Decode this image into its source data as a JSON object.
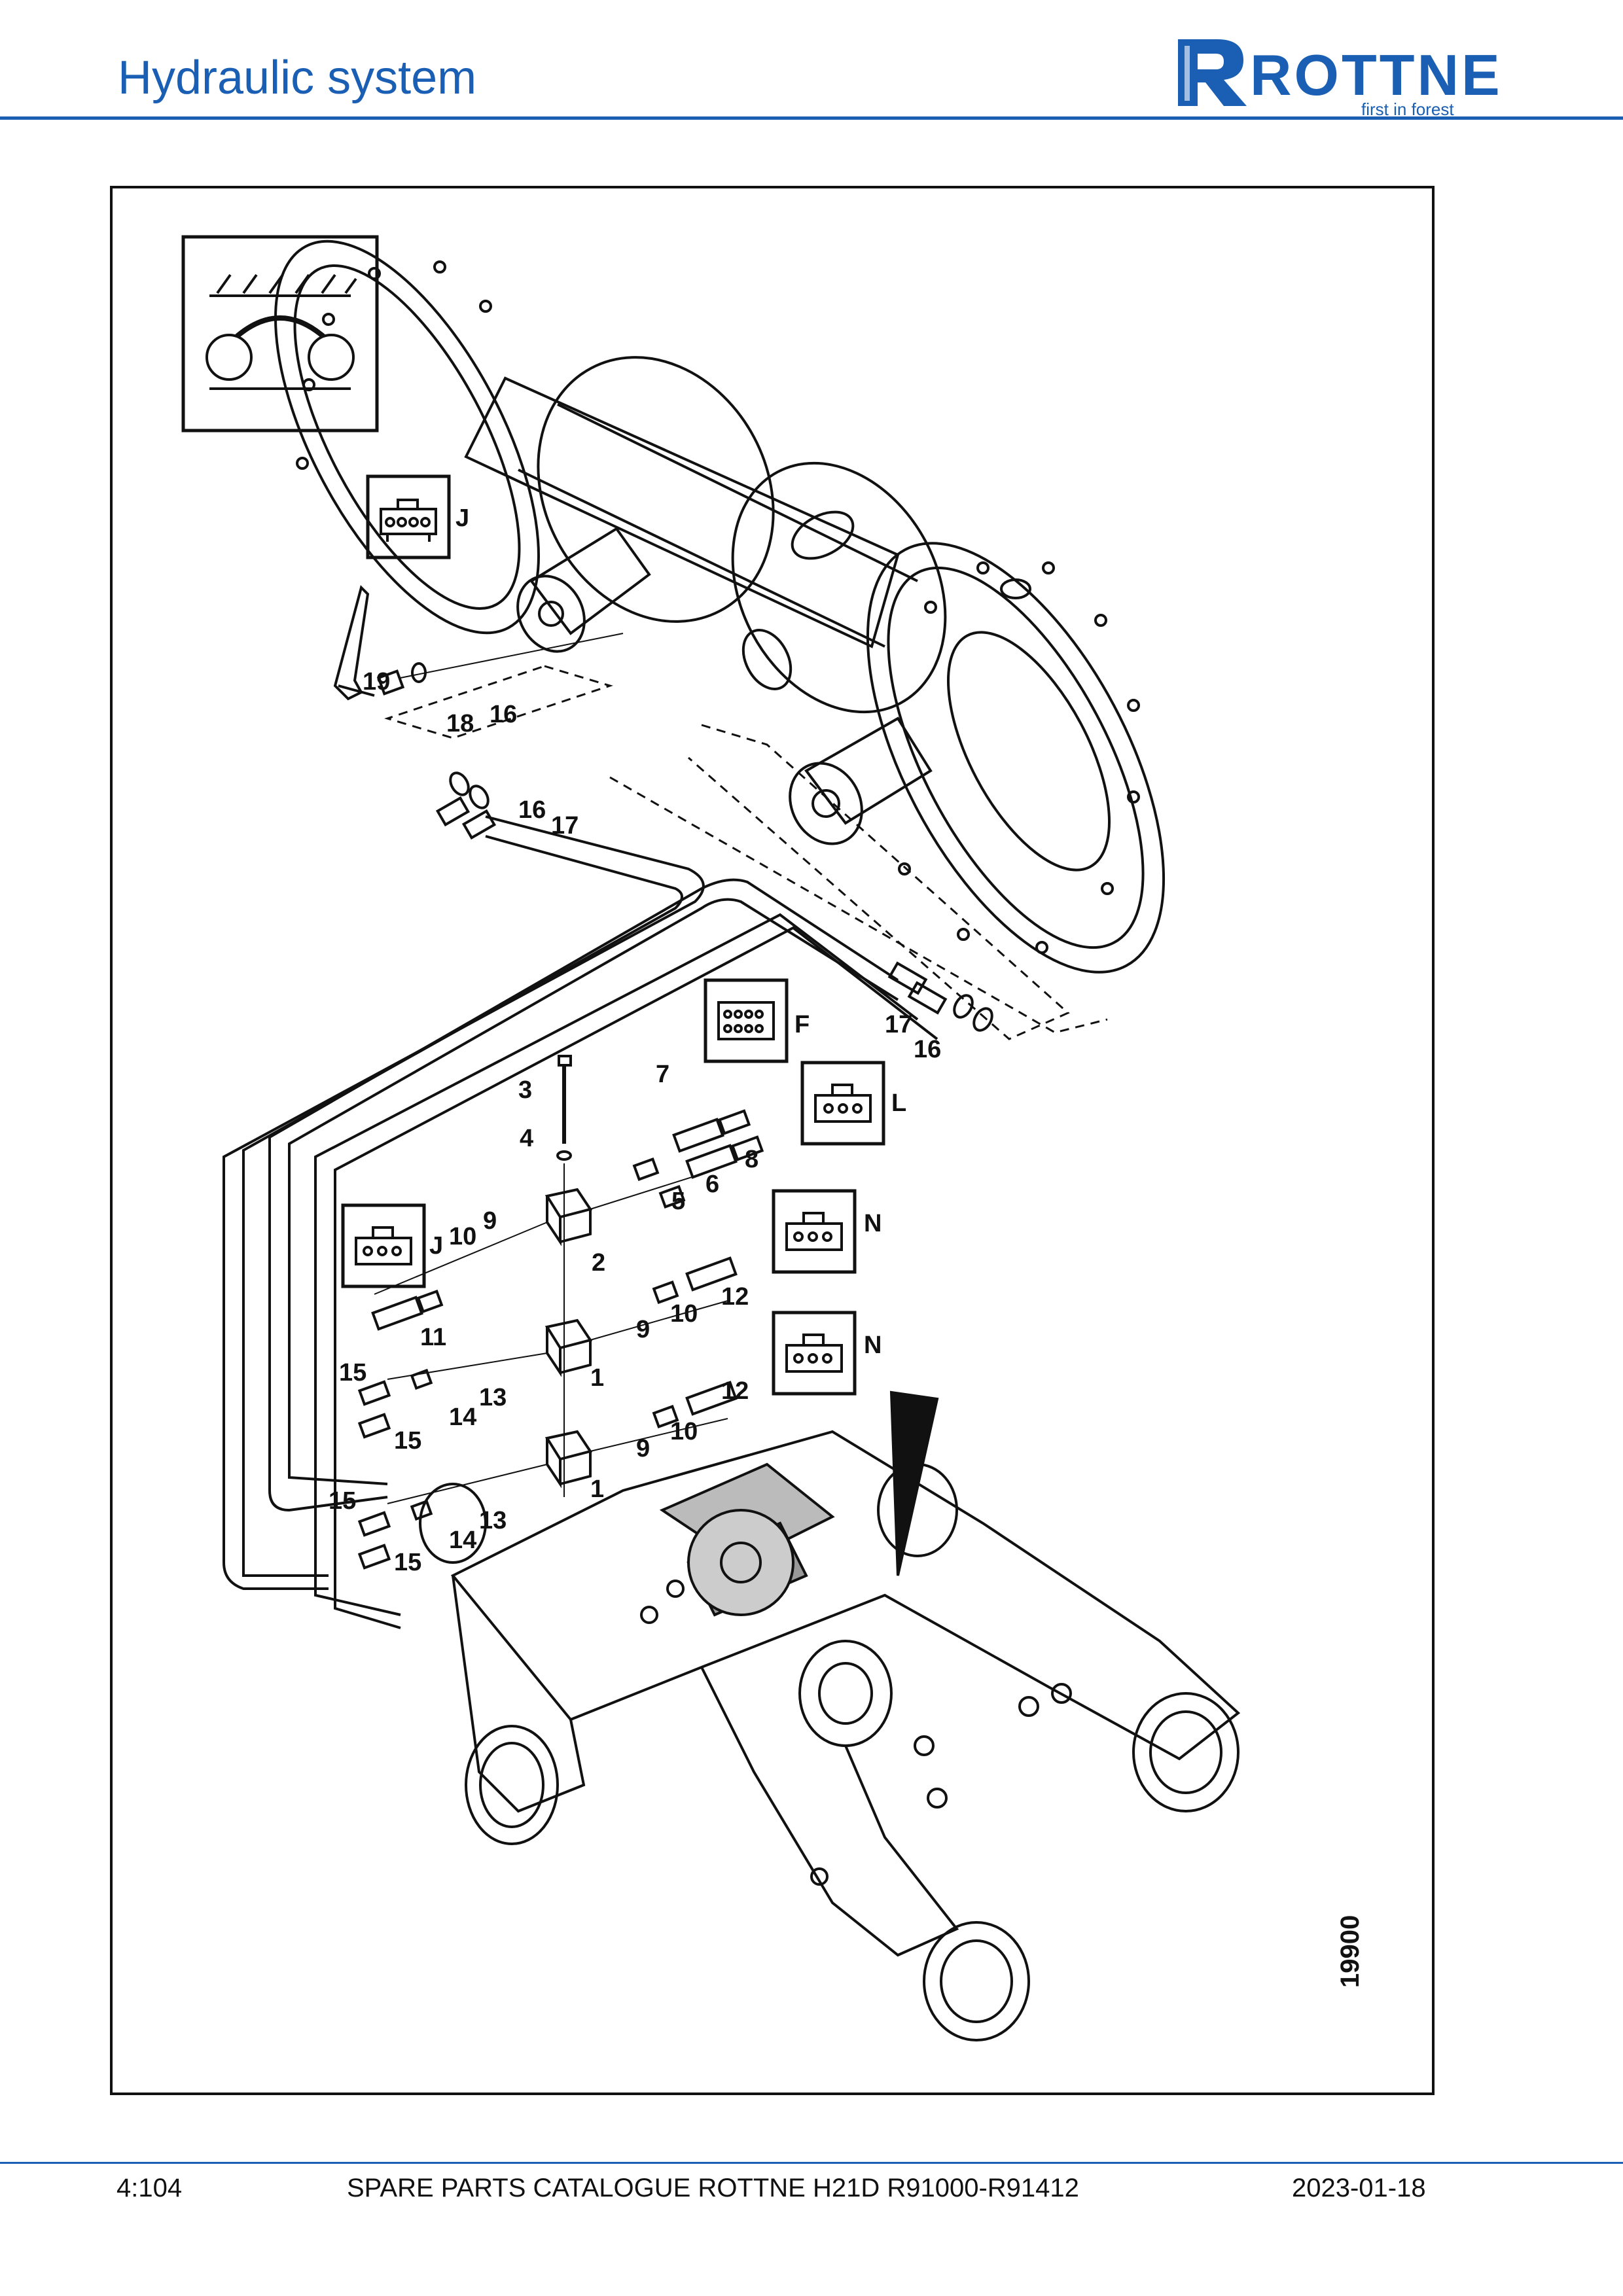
{
  "header": {
    "title": "Hydraulic system",
    "brand_name": "ROTTNE",
    "brand_tagline": "first in forest",
    "brand_color": "#1a5fb4"
  },
  "drawing": {
    "drawing_number": "19900",
    "connector_labels": {
      "j_top": "J",
      "f": "F",
      "l": "L",
      "j_mid": "J",
      "n_top": "N",
      "n_bottom": "N"
    },
    "callouts": {
      "c19": "19",
      "c18": "18",
      "c16a": "16",
      "c16b": "16",
      "c17a": "17",
      "c17b": "17",
      "c16c": "16",
      "c3": "3",
      "c7": "7",
      "c4": "4",
      "c8": "8",
      "c5": "5",
      "c6": "6",
      "c9a": "9",
      "c10a": "10",
      "c2": "2",
      "c11": "11",
      "c12a": "12",
      "c10b": "10",
      "c9b": "9",
      "c15a": "15",
      "c13a": "13",
      "c14a": "14",
      "c15b": "15",
      "c1a": "1",
      "c12b": "12",
      "c10c": "10",
      "c9c": "9",
      "c15c": "15",
      "c13b": "13",
      "c14b": "14",
      "c15d": "15",
      "c1b": "1"
    }
  },
  "footer": {
    "page": "4:104",
    "catalogue": "SPARE PARTS CATALOGUE ROTTNE H21D R91000-R91412",
    "date": "2023-01-18"
  }
}
